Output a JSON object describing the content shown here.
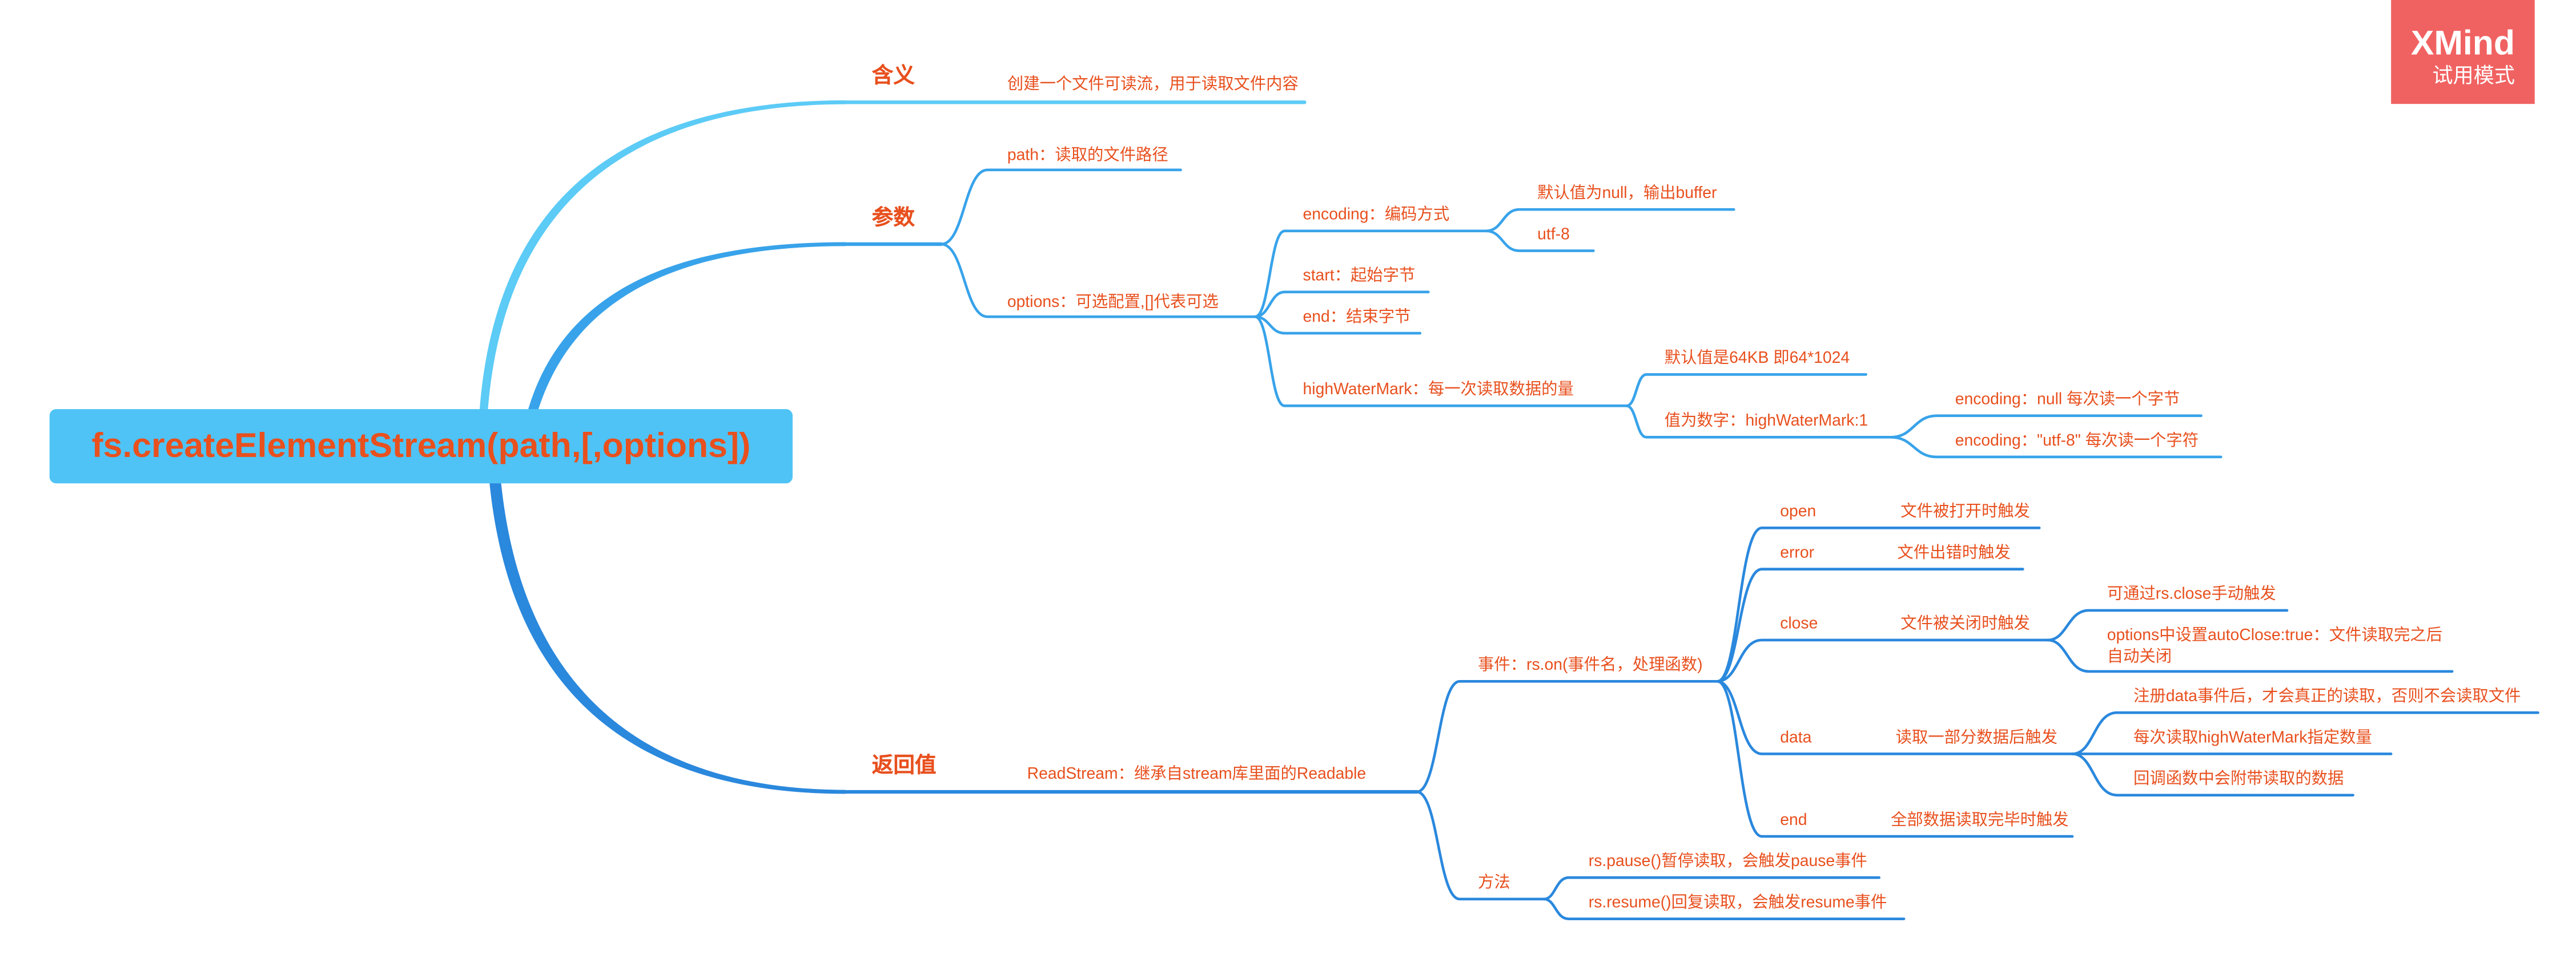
{
  "watermark": {
    "brand": "XMind",
    "mode": "试用模式"
  },
  "root": {
    "label": "fs.createElementStream(path,[,options])"
  },
  "meaning": {
    "label": "含义",
    "description": "创建一个文件可读流，用于读取文件内容"
  },
  "params": {
    "label": "参数",
    "path": "path：读取的文件路径",
    "options": {
      "label": "options：可选配置,[]代表可选",
      "encoding": {
        "label": "encoding：编码方式",
        "items": [
          "默认值为null，输出buffer",
          "utf-8"
        ]
      },
      "start": "start：起始字节",
      "end": "end：结束字节",
      "highWaterMark": {
        "label": "highWaterMark：每一次读取数据的量",
        "default": "默认值是64KB 即64*1024",
        "numeric": {
          "label": "值为数字：highWaterMark:1",
          "items": [
            "encoding：null 每次读一个字节",
            "encoding：\"utf-8\" 每次读一个字符"
          ]
        }
      }
    }
  },
  "returns": {
    "label": "返回值",
    "readStream": {
      "label": "ReadStream：继承自stream库里面的Readable",
      "events": {
        "label": "事件：rs.on(事件名，处理函数)",
        "open": {
          "name": "open",
          "description": "文件被打开时触发"
        },
        "error": {
          "name": "error",
          "description": "文件出错时触发"
        },
        "close": {
          "name": "close",
          "description": "文件被关闭时触发",
          "items": [
            "可通过rs.close手动触发",
            "options中设置autoClose:true：文件读取完之后自动关闭"
          ]
        },
        "data": {
          "name": "data",
          "description": "读取一部分数据后触发",
          "items": [
            "注册data事件后，才会真正的读取，否则不会读取文件",
            "每次读取highWaterMark指定数量",
            "回调函数中会附带读取的数据"
          ]
        },
        "end": {
          "name": "end",
          "description": "全部数据读取完毕时触发"
        }
      },
      "methods": {
        "label": "方法",
        "items": [
          "rs.pause()暂停读取，会触发pause事件",
          "rs.resume()回复读取，会触发resume事件"
        ]
      }
    }
  },
  "colors": {
    "topic_text": "#e8501e",
    "root_fill": "#4fc3f5",
    "branch_meaning": "#5ccbf6",
    "branch_params": "#38a3ea",
    "branch_returns": "#2a88dd",
    "watermark_fill": "#f06261",
    "watermark_text": "#ffffff"
  }
}
